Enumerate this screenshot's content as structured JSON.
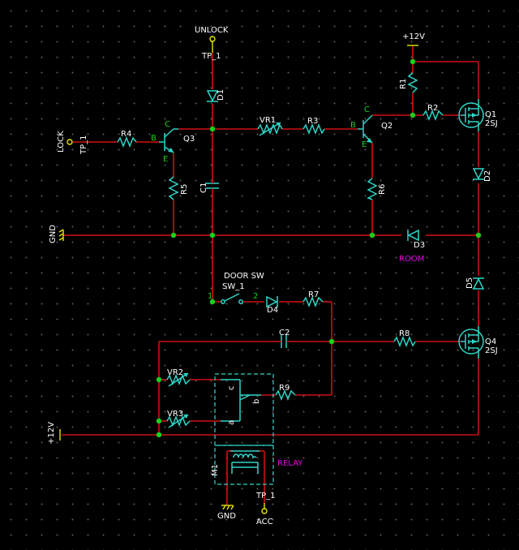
{
  "labels": {
    "unlock": "UNLOCK",
    "tp1_unlock": "TP_1",
    "lock": "LOCK",
    "tp1_lock": "TP_1",
    "plus12v_top": "+12V",
    "plus12v_left": "+12V",
    "gnd_left": "GND",
    "gnd_bottom": "GND",
    "acc": "ACC",
    "tp1_acc": "TP_1",
    "door_sw": "DOOR SW",
    "sw1": "SW_1",
    "room": "ROOM",
    "relay": "RELAY",
    "d1": "D1",
    "d2": "D2",
    "d3": "D3",
    "d4": "D4",
    "d5": "D5",
    "r1": "R1",
    "r2": "R2",
    "r3": "R3",
    "r4": "R4",
    "r5": "R5",
    "r6": "R6",
    "r7": "R7",
    "r8": "R8",
    "r9": "R9",
    "vr1": "VR1",
    "vr2": "VR2",
    "vr3": "VR3",
    "c1": "C1",
    "c2": "C2",
    "q1": "Q1",
    "q1_type": "2SJ",
    "q2": "Q2",
    "q3": "Q3",
    "q4": "Q4",
    "q4_type": "2SJ",
    "m1": "M1",
    "pin_b": "B",
    "pin_c": "C",
    "pin_e": "E",
    "sw_pin1": "1",
    "sw_pin2": "2",
    "relay_a": "a",
    "relay_b": "b",
    "relay_c": "c"
  },
  "colors": {
    "wire": "#d01010",
    "component": "#2ed6c8",
    "junction": "#19d019",
    "test_point": "#e8e400",
    "label": "#ffffff",
    "note": "#e000e0",
    "background": "#000000"
  }
}
